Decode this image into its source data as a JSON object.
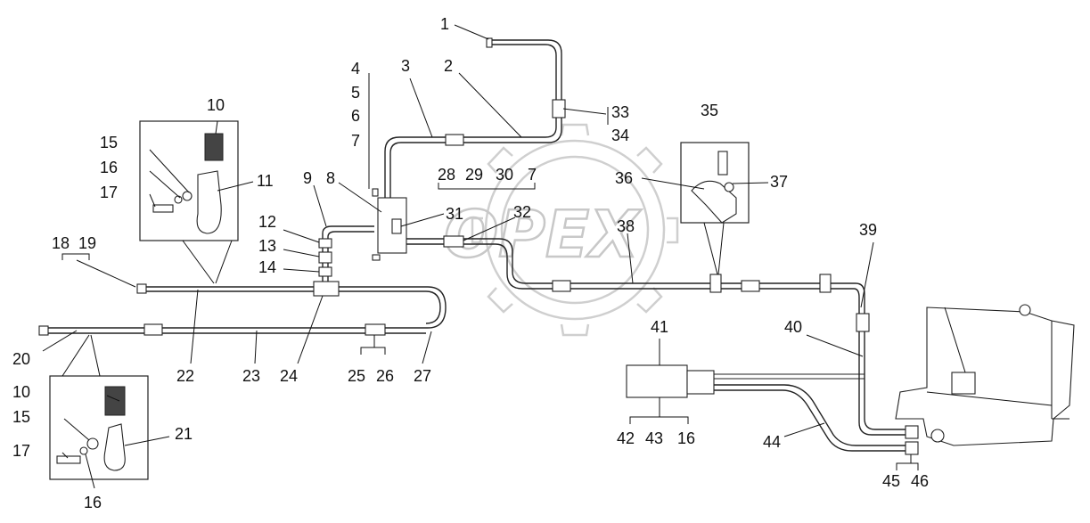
{
  "watermark": "OPEX",
  "callouts": {
    "c1": "1",
    "c2": "2",
    "c3": "3",
    "c4": "4",
    "c5": "5",
    "c6": "6",
    "c7": "7",
    "c8": "8",
    "c9": "9",
    "c10a": "10",
    "c11": "11",
    "c12": "12",
    "c13": "13",
    "c14": "14",
    "c15a": "15",
    "c16a": "16",
    "c17a": "17",
    "c18": "18",
    "c19": "19",
    "c20": "20",
    "c22": "22",
    "c23": "23",
    "c24": "24",
    "c25": "25",
    "c26": "26",
    "c27": "27",
    "c28": "28",
    "c29": "29",
    "c30": "30",
    "c7b": "7",
    "c31": "31",
    "c32": "32",
    "c33": "33",
    "c34": "34",
    "c35": "35",
    "c36": "36",
    "c37": "37",
    "c38": "38",
    "c39": "39",
    "c40": "40",
    "c41": "41",
    "c42": "42",
    "c43": "43",
    "c16b": "16",
    "c44": "44",
    "c45": "45",
    "c46": "46",
    "c10b": "10",
    "c15b": "15",
    "c21": "21",
    "c17b": "17",
    "c16c": "16"
  }
}
